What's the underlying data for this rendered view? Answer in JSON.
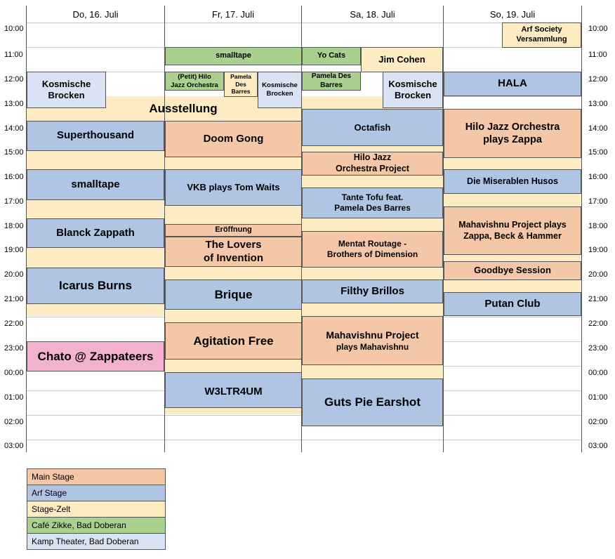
{
  "days": [
    "Do, 16. Juli",
    "Fr, 17. Juli",
    "Sa, 18. Juli",
    "So, 19. Juli"
  ],
  "times": [
    "10:00",
    "11:00",
    "12:00",
    "13:00",
    "14:00",
    "15:00",
    "16:00",
    "17:00",
    "18:00",
    "19:00",
    "20:00",
    "21:00",
    "22:00",
    "23:00",
    "00:00",
    "01:00",
    "02:00",
    "03:00"
  ],
  "colors": {
    "main_stage": "#f4c7a9",
    "arf_stage": "#b0c4e4",
    "stage_zelt": "#fdebc4",
    "cafe_zikke": "#a9d08e",
    "kamp_theater": "#dae3f3",
    "special": "#f4b1cf"
  },
  "events": {
    "kosmische_do": "Kosmische\nBrocken",
    "ausstellung": "Ausstellung",
    "superthousand": "Superthousand",
    "smalltape_do": "smalltape",
    "blanck_zappath": "Blanck Zappath",
    "icarus_burns": "Icarus Burns",
    "chato": "Chato @ Zappateers",
    "smalltape_fr": "smalltape",
    "petit_hilo": "(Petit) Hilo\nJazz Orchestra",
    "pamela_fr": "Pamela\nDes\nBarres",
    "kosmische_fr": "Kosmische\nBrocken",
    "doom_gong": "Doom Gong",
    "vkb": "VKB plays Tom Waits",
    "eroeffnung": "Eröffnung",
    "lovers": "The Lovers\nof Invention",
    "brique": "Brique",
    "agitation_free": "Agitation Free",
    "w3ltr4um": "W3LTR4UM",
    "yo_cats": "Yo Cats",
    "pamela_sa": "Pamela Des\nBarres",
    "jim_cohen": "Jim Cohen",
    "kosmische_sa": "Kosmische\nBrocken",
    "octafish": "Octafish",
    "hilo_project": "Hilo Jazz\nOrchestra Project",
    "tante_tofu": "Tante Tofu feat.\nPamela Des Barres",
    "mentat": "Mentat Routage -\nBrothers of Dimension",
    "filthy_brillos": "Filthy Brillos",
    "mahavishnu_sa_title": "Mahavishnu Project",
    "mahavishnu_sa_sub": "plays Mahavishnu",
    "guts_pie": "Guts Pie Earshot",
    "arf_society": "Arf Society\nVersammlung",
    "hala": "HALA",
    "hilo_zappa": "Hilo Jazz Orchestra\nplays Zappa",
    "miserablen": "Die Miserablen Husos",
    "mahavishnu_so": "Mahavishnu Project plays\nZappa, Beck & Hammer",
    "goodbye": "Goodbye Session",
    "putan": "Putan Club"
  },
  "legend": [
    "Main Stage",
    "Arf Stage",
    "Stage-Zelt",
    "Café Zikke, Bad Doberan",
    "Kamp Theater, Bad Doberan"
  ]
}
